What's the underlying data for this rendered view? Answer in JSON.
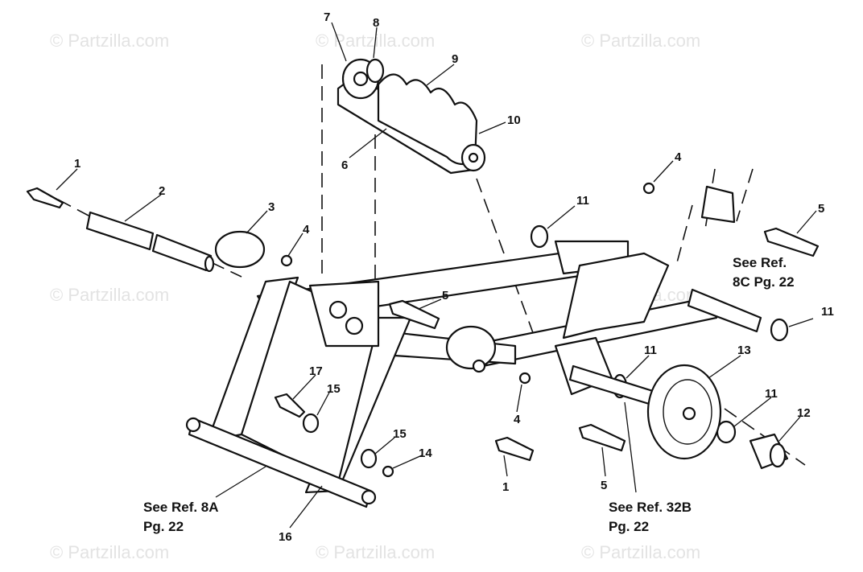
{
  "watermark": "© Partzilla.com",
  "callouts": {
    "c1a": "1",
    "c2": "2",
    "c3": "3",
    "c4a": "4",
    "c4b": "4",
    "c4c": "4",
    "c5a": "5",
    "c5b": "5",
    "c5c": "5",
    "c6": "6",
    "c7": "7",
    "c8": "8",
    "c9": "9",
    "c10": "10",
    "c11a": "11",
    "c11b": "11",
    "c11c": "11",
    "c11d": "11",
    "c12": "12",
    "c13": "13",
    "c14": "14",
    "c15a": "15",
    "c15b": "15",
    "c16": "16",
    "c17": "17",
    "c1b": "1"
  },
  "notes": {
    "ref8c_l1": "See Ref.",
    "ref8c_l2": "8C Pg. 22",
    "ref8a_l1": "See Ref. 8A",
    "ref8a_l2": "Pg. 22",
    "ref32b_l1": "See Ref. 32B",
    "ref32b_l2": "Pg. 22"
  }
}
